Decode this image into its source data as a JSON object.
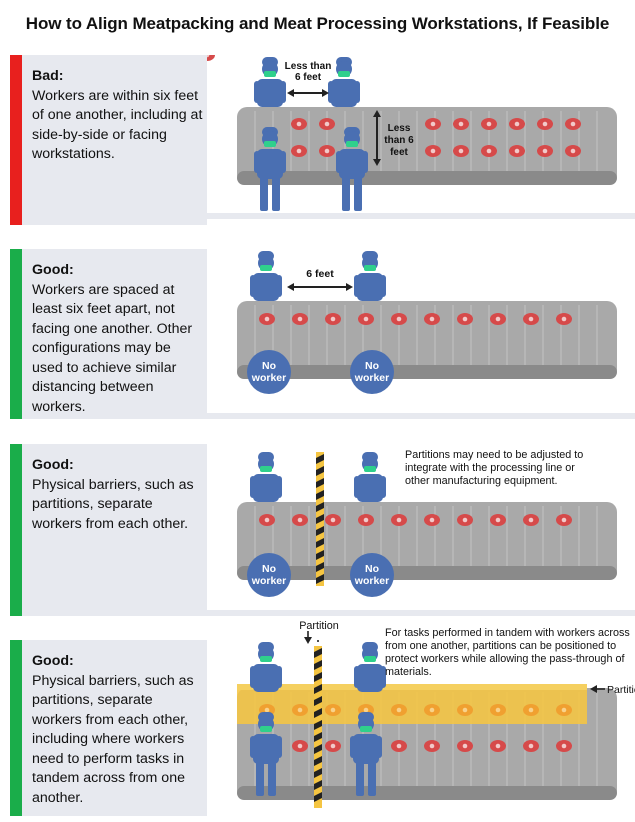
{
  "title": "How to Align Meatpacking and Meat Processing Workstations, If Feasible",
  "colors": {
    "bad": "#e8201e",
    "good": "#1aad4a",
    "panel_bg": "#e7e9ef",
    "belt": "#a3a3a3",
    "worker": "#4a6fb2",
    "meat": "#d64a4a",
    "partition_yellow": "#f5c542"
  },
  "panels": [
    {
      "heading": "Bad:",
      "text": "Workers are within six feet of one another, including at side-by-side or facing workstations.",
      "dist_horizontal": "Less than 6 feet",
      "dist_vertical": "Less than 6 feet"
    },
    {
      "heading": "Good:",
      "text": "Workers are spaced at least six feet apart, not facing one another. Other configurations may be used to achieve similar distancing between workers.",
      "dist_horizontal": "6 feet",
      "no_worker": "No worker"
    },
    {
      "heading": "Good:",
      "text": "Physical barriers, such as partitions, separate workers from each other.",
      "no_worker": "No worker",
      "note": "Partitions may need to be adjusted to integrate with the processing line or other manufacturing equipment."
    },
    {
      "heading": "Good:",
      "text": "Physical barriers, such as partitions, separate workers from each other, including where workers need to perform tasks in tandem across from one another.",
      "partition_label": "Partition",
      "partition_label_side": "Partition",
      "note": "For tasks performed in tandem with workers across from one another, partitions can be positioned to protect workers while allowing the pass-through of materials."
    }
  ]
}
